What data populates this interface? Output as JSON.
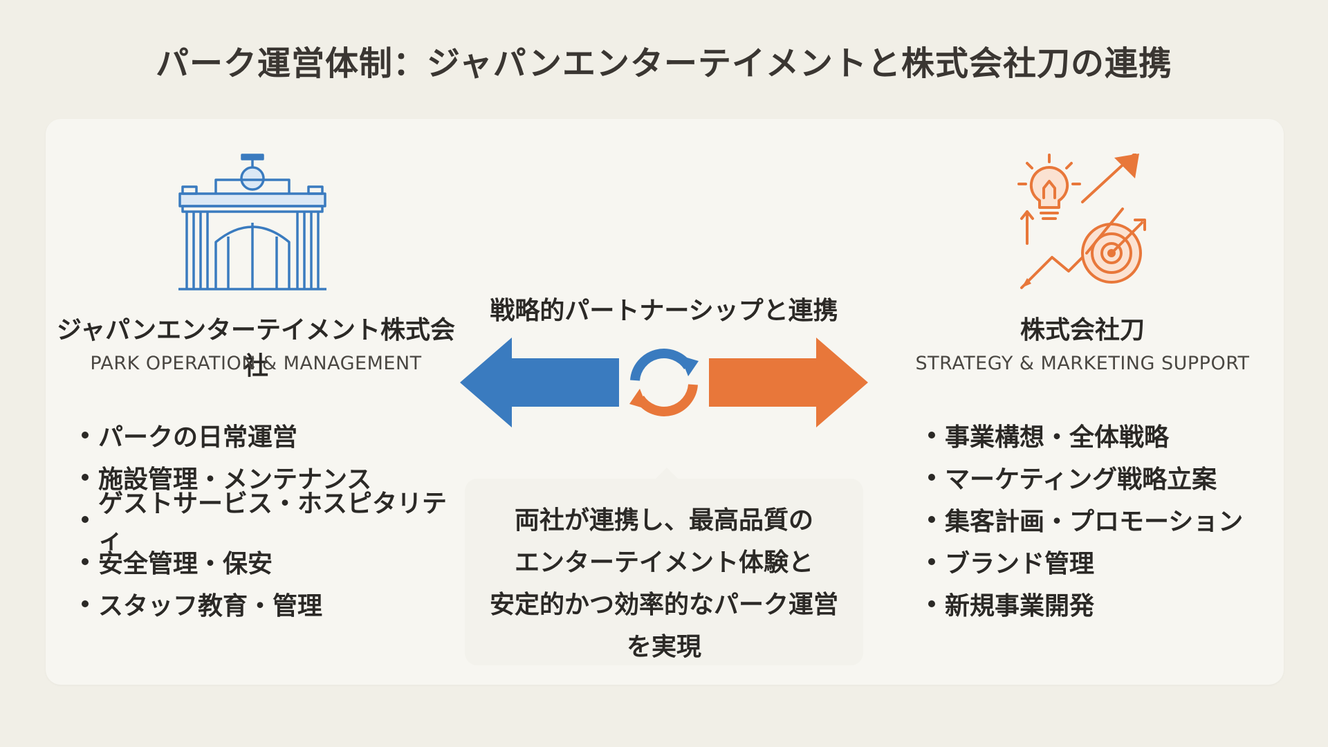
{
  "title": "パーク運営体制：ジャパンエンターテイメントと株式会社刀の連携",
  "left": {
    "name": "ジャパンエンターテイメント株式会社",
    "subtitle": "PARK OPERATION & MANAGEMENT",
    "icon": "theme-park-gate-icon",
    "color": "#3a7bbf",
    "items": [
      "パークの日常運営",
      "施設管理・メンテナンス",
      "ゲストサービス・ホスピタリティ",
      "安全管理・保安",
      "スタッフ教育・管理"
    ]
  },
  "center": {
    "label": "戦略的パートナーシップと連携",
    "icon": "sync-cycle-icon",
    "lines": [
      "両社が連携し、最高品質の",
      "エンターテイメント体験と",
      "安定的かつ効率的なパーク運営",
      "を実現"
    ]
  },
  "right": {
    "name": "株式会社刀",
    "subtitle": "STRATEGY & MARKETING SUPPORT",
    "icon": "strategy-growth-target-icon",
    "color": "#e8773a",
    "items": [
      "事業構想・全体戦略",
      "マーケティング戦略立案",
      "集客計画・プロモーション",
      "ブランド管理",
      "新規事業開発"
    ]
  }
}
